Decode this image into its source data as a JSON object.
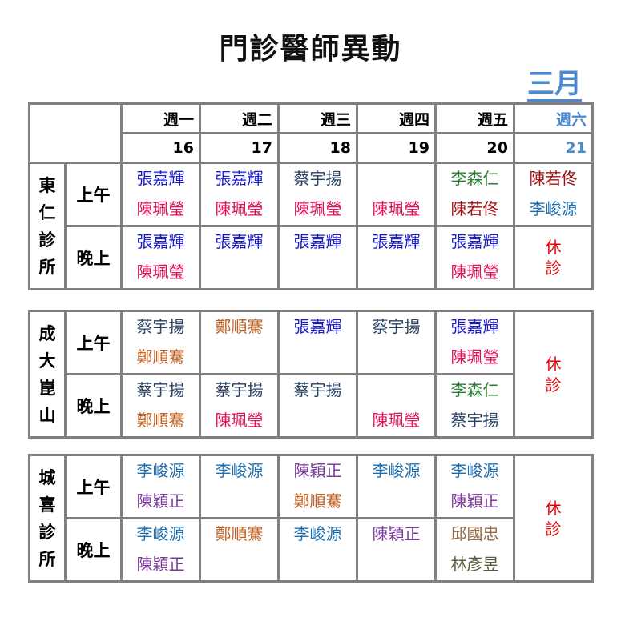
{
  "title": "門診醫師異動",
  "month": "三月",
  "colors": {
    "saturday": "#4a8ad0",
    "closed": "#e00000"
  },
  "weekdays": [
    "週一",
    "週二",
    "週三",
    "週四",
    "週五",
    "週六"
  ],
  "dates": [
    "16",
    "17",
    "18",
    "19",
    "20",
    "21"
  ],
  "closed_label": "休\n診",
  "blocks": [
    {
      "location": "東仁診所",
      "rows": [
        {
          "session": "上午",
          "cells": [
            [
              [
                "張嘉輝",
                "#1a1acc"
              ],
              [
                "陳珮瑩",
                "#e0105a"
              ]
            ],
            [
              [
                "張嘉輝",
                "#1a1acc"
              ],
              [
                "陳珮瑩",
                "#e0105a"
              ]
            ],
            [
              [
                "蔡宇揚",
                "#2a4060"
              ],
              [
                "陳珮瑩",
                "#e0105a"
              ]
            ],
            [
              [
                "",
                ""
              ],
              [
                "陳珮瑩",
                "#e0105a"
              ]
            ],
            [
              [
                "李森仁",
                "#2e7d32"
              ],
              [
                "陳若佟",
                "#a01010"
              ]
            ],
            [
              [
                "陳若佟",
                "#a01010"
              ],
              [
                "李峻源",
                "#1f6fb0"
              ]
            ]
          ]
        },
        {
          "session": "晚上",
          "cells": [
            [
              [
                "張嘉輝",
                "#1a1acc"
              ],
              [
                "陳珮瑩",
                "#e0105a"
              ]
            ],
            [
              [
                "張嘉輝",
                "#1a1acc"
              ]
            ],
            [
              [
                "張嘉輝",
                "#1a1acc"
              ]
            ],
            [
              [
                "張嘉輝",
                "#1a1acc"
              ]
            ],
            [
              [
                "張嘉輝",
                "#1a1acc"
              ],
              [
                "陳珮瑩",
                "#e0105a"
              ]
            ],
            "closed"
          ]
        }
      ]
    },
    {
      "location": "成大崑山",
      "rows": [
        {
          "session": "上午",
          "cells": [
            [
              [
                "蔡宇揚",
                "#2a4060"
              ],
              [
                "鄭順騫",
                "#c06020"
              ]
            ],
            [
              [
                "鄭順騫",
                "#c06020"
              ]
            ],
            [
              [
                "張嘉輝",
                "#1a1acc"
              ]
            ],
            [
              [
                "蔡宇揚",
                "#2a4060"
              ]
            ],
            [
              [
                "張嘉輝",
                "#1a1acc"
              ],
              [
                "陳珮瑩",
                "#e0105a"
              ]
            ],
            "closed2"
          ]
        },
        {
          "session": "晚上",
          "cells": [
            [
              [
                "蔡宇揚",
                "#2a4060"
              ],
              [
                "鄭順騫",
                "#c06020"
              ]
            ],
            [
              [
                "蔡宇揚",
                "#2a4060"
              ],
              [
                "陳珮瑩",
                "#e0105a"
              ]
            ],
            [
              [
                "蔡宇揚",
                "#2a4060"
              ]
            ],
            [
              [
                "",
                ""
              ],
              [
                "陳珮瑩",
                "#e0105a"
              ]
            ],
            [
              [
                "李森仁",
                "#2e7d32"
              ],
              [
                "蔡宇揚",
                "#2a4060"
              ]
            ]
          ]
        }
      ]
    },
    {
      "location": "城喜診所",
      "rows": [
        {
          "session": "上午",
          "cells": [
            [
              [
                "李峻源",
                "#1f6fb0"
              ],
              [
                "陳穎正",
                "#7a3a9a"
              ]
            ],
            [
              [
                "李峻源",
                "#1f6fb0"
              ]
            ],
            [
              [
                "陳穎正",
                "#7a3a9a"
              ],
              [
                "鄭順騫",
                "#c06020"
              ]
            ],
            [
              [
                "李峻源",
                "#1f6fb0"
              ]
            ],
            [
              [
                "李峻源",
                "#1f6fb0"
              ],
              [
                "陳穎正",
                "#7a3a9a"
              ]
            ],
            "closed2"
          ]
        },
        {
          "session": "晚上",
          "cells": [
            [
              [
                "李峻源",
                "#1f6fb0"
              ],
              [
                "陳穎正",
                "#7a3a9a"
              ]
            ],
            [
              [
                "鄭順騫",
                "#c06020"
              ]
            ],
            [
              [
                "李峻源",
                "#1f6fb0"
              ]
            ],
            [
              [
                "陳穎正",
                "#7a3a9a"
              ]
            ],
            [
              [
                "邱國忠",
                "#9a6a40"
              ],
              [
                "林彥昱",
                "#5a5a3a"
              ]
            ]
          ]
        }
      ]
    }
  ]
}
